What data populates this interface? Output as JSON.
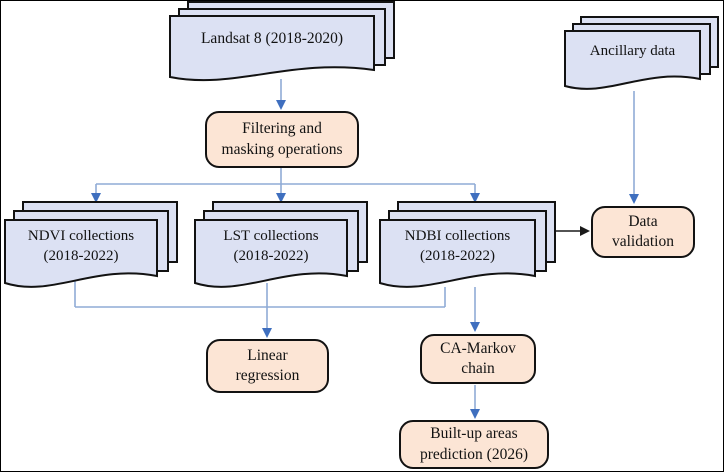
{
  "nodes": {
    "landsat": {
      "label": "Landsat 8 (2018-2020)"
    },
    "ancillary": {
      "label": "Ancillary data"
    },
    "filtering": {
      "line1": "Filtering and",
      "line2": "masking operations"
    },
    "ndvi": {
      "line1": "NDVI collections",
      "line2": "(2018-2022)"
    },
    "lst": {
      "line1": "LST collections",
      "line2": "(2018-2022)"
    },
    "ndbi": {
      "line1": "NDBI collections",
      "line2": "(2018-2022)"
    },
    "data_validation": {
      "line1": "Data",
      "line2": "validation"
    },
    "linear_regression": {
      "line1": "Linear",
      "line2": "regression"
    },
    "ca_markov": {
      "line1": "CA-Markov",
      "line2": "chain"
    },
    "builtup": {
      "line1": "Built-up areas",
      "line2": "prediction (2026)"
    }
  },
  "colors": {
    "doc-fill": "#dce1f3",
    "process-fill": "#fce5d5",
    "ink": "#121212",
    "arrow-line": "#8fabd6",
    "arrow-head": "#3f6fbf",
    "black-connector": "#1a1a1a",
    "bg": "#ffffff"
  }
}
